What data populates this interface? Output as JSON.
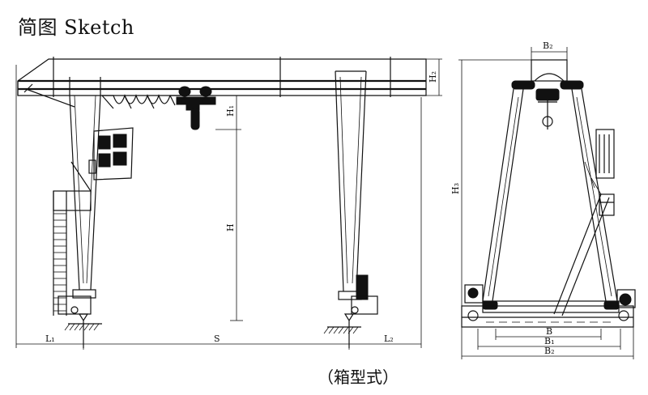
{
  "title": "简图  Sketch",
  "caption": "（箱型式）",
  "front_view": {
    "labels": {
      "h1": "H₁",
      "h": "H",
      "h2": "H₂",
      "l1": "L₁",
      "s": "S",
      "l2": "L₂"
    }
  },
  "side_view": {
    "labels": {
      "b2_top": "B₂",
      "h3": "H₃",
      "b": "B",
      "b1": "B₁",
      "b2_bottom": "B₂"
    }
  }
}
